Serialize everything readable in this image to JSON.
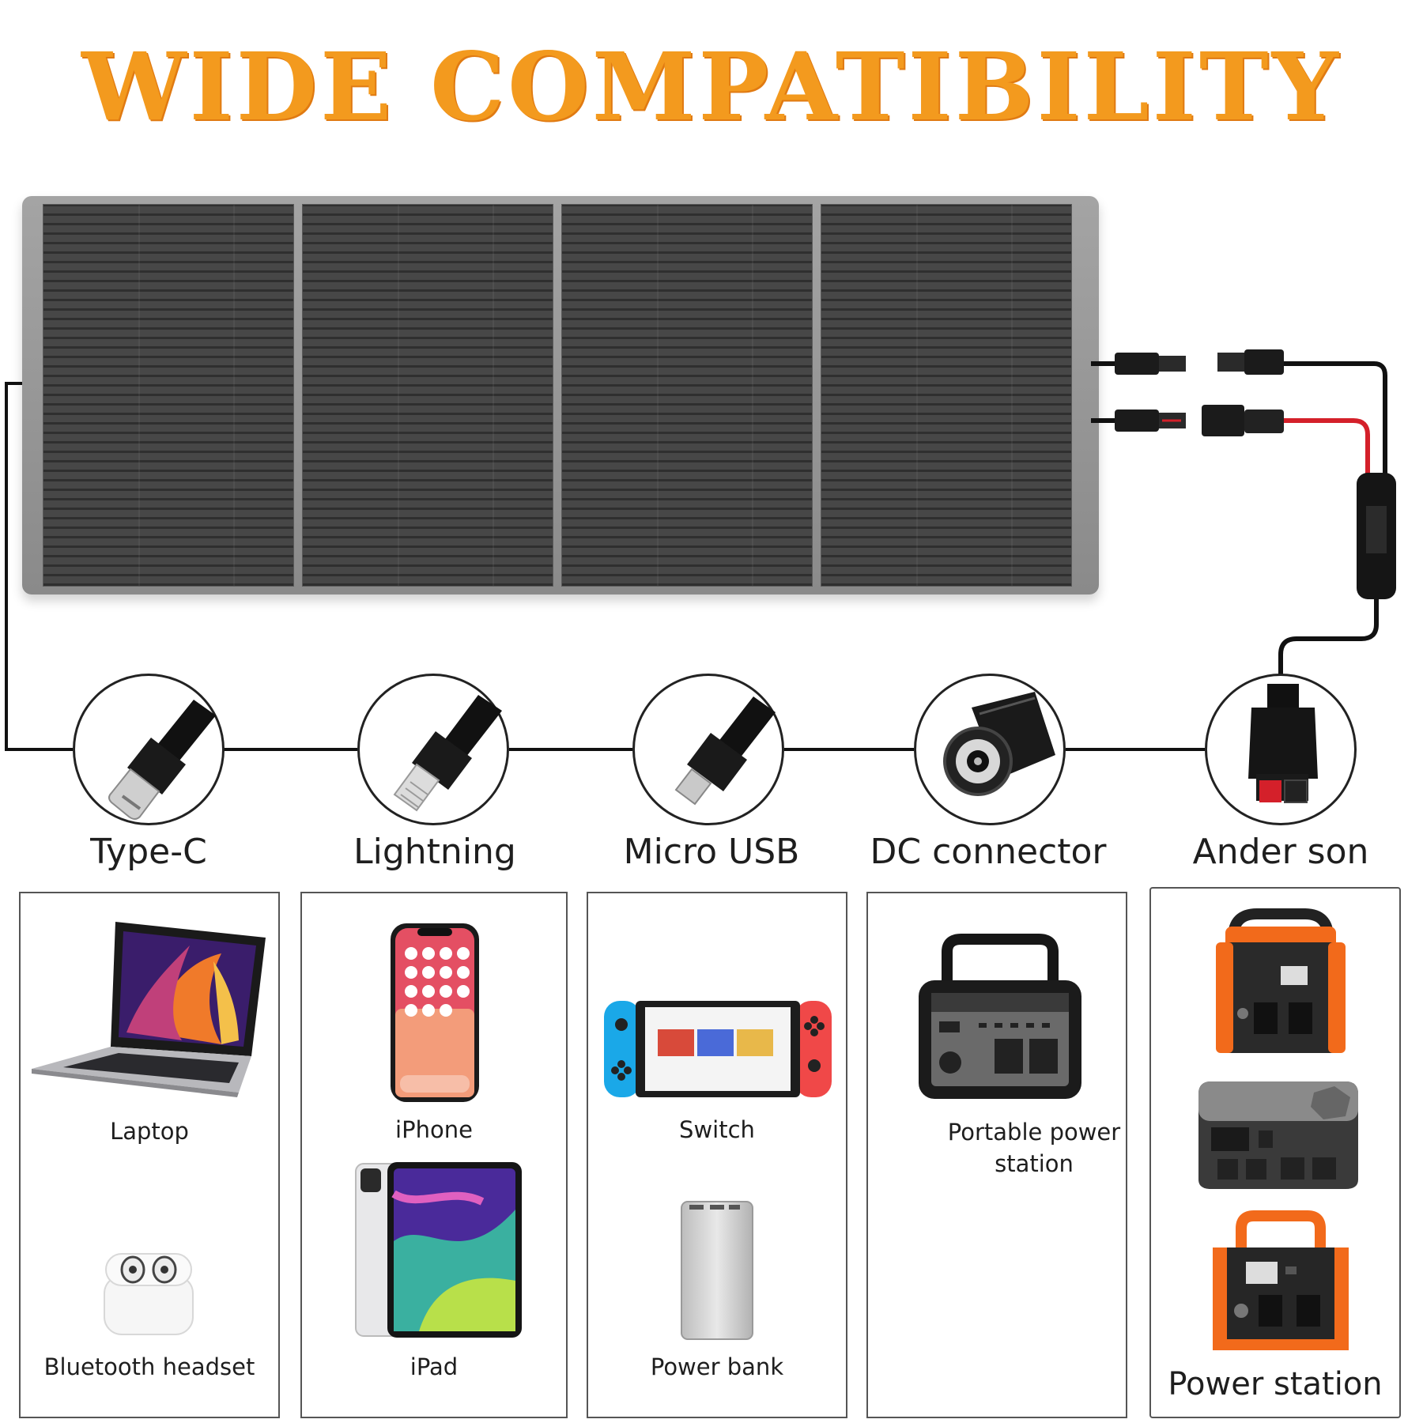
{
  "headline": "WIDE COMPATIBILITY",
  "connectors": [
    {
      "label": "Type-C",
      "icon": "type-c-plug-icon"
    },
    {
      "label": "Lightning",
      "icon": "lightning-plug-icon"
    },
    {
      "label": "Micro USB",
      "icon": "micro-usb-plug-icon"
    },
    {
      "label": "DC connector",
      "icon": "dc-barrel-plug-icon"
    },
    {
      "label": "Ander son",
      "icon": "anderson-plug-icon"
    }
  ],
  "devices": {
    "laptop": "Laptop",
    "bluetooth_headset": "Bluetooth headset",
    "iphone": "iPhone",
    "ipad": "iPad",
    "switch": "Switch",
    "power_bank": "Power bank",
    "portable_power_station": "Portable power station",
    "power_station": "Power station"
  },
  "colors": {
    "headline": "#f39a1e",
    "cable_red": "#d4202a",
    "station_orange": "#f26a1b"
  }
}
